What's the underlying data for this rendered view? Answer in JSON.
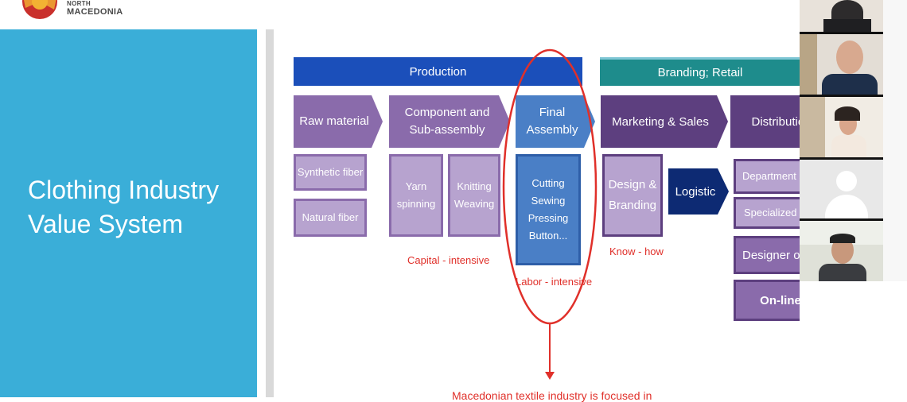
{
  "window": {
    "title": ""
  },
  "logo": {
    "country_line1": "NORTH",
    "country_line2": "MACEDONIA"
  },
  "slide": {
    "title": "Clothing Industry Value System",
    "headers": {
      "production": "Production",
      "branding": "Branding; Retail"
    },
    "stages": [
      {
        "label": "Raw material"
      },
      {
        "label": "Component and Sub-assembly"
      },
      {
        "label": "Final Assembly"
      },
      {
        "label": "Marketing & Sales"
      },
      {
        "label": "Distribution"
      }
    ],
    "raw_items": [
      "Synthetic fiber",
      "Natural fiber"
    ],
    "component_items": [
      "Yarn spinning",
      "Knitting Weaving"
    ],
    "assembly_items": "Cutting Sewing Pressing Button...",
    "marketing_items": [
      "Design & Branding"
    ],
    "logistic": "Logistic",
    "distribution_items": [
      "Department store",
      "Specialized store",
      "Designer outlet",
      "On-line"
    ],
    "notes": {
      "capital": "Capital - intensive",
      "labor": "Labor - intensive",
      "knowhow": "Know - how",
      "bottom": "Macedonian textile industry is focused in"
    }
  },
  "colors": {
    "panel": "#3aaed8",
    "header": "#1b4fba",
    "teal": "#1e8c8c",
    "purple": "#8a6bab",
    "blue": "#4a7fc6",
    "dark": "#5d3f7f",
    "navy": "#0d2a73",
    "red": "#e0302a"
  },
  "participants": [
    {
      "icon": "participant-video"
    },
    {
      "icon": "participant-video"
    },
    {
      "icon": "participant-video"
    },
    {
      "icon": "avatar-placeholder"
    },
    {
      "icon": "participant-video"
    }
  ]
}
